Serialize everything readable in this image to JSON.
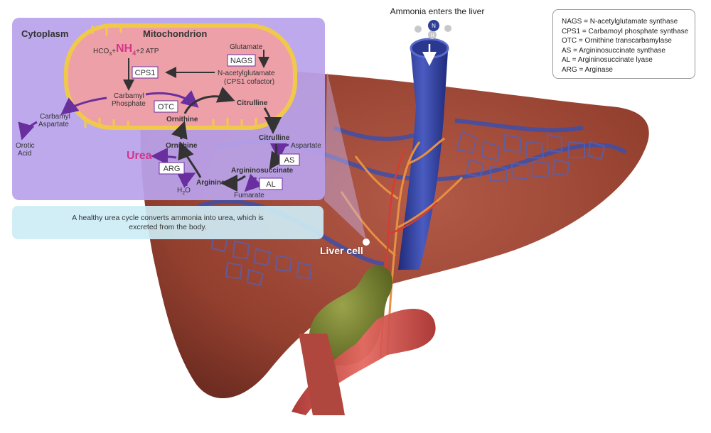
{
  "header": {
    "title": "Ammonia enters the liver"
  },
  "legend": {
    "items": [
      "NAGS = N-acetylglutamate synthase",
      "CPS1 = Carbamoyl phosphate synthase",
      "OTC = Ornithine transcarbamylase",
      "AS = Argininosuccinate synthase",
      "AL = Argininosuccinate lyase",
      "ARG = Arginase"
    ]
  },
  "caption": "A healthy urea cycle converts ammonia into urea, which is excreted from the body.",
  "liver_cell_label": "Liver cell",
  "diagram": {
    "regions": {
      "cytoplasm": "Cytoplasm",
      "mitochondrion": "Mitochondrion"
    },
    "reactants": {
      "hco3": "HCO",
      "hco3_sub": "3",
      "nh4": "NH",
      "nh4_sub": "4",
      "atp": "+2 ATP",
      "plus": "+"
    },
    "molecules": {
      "glutamate": "Glutamate",
      "n_acetylglutamate": "N-acetylglutamate",
      "cps1_cofactor": "(CPS1 cofactor)",
      "carbamyl_1": "Carbamyl",
      "phosphate": "Phosphate",
      "carbamyl_2": "Carbamyl",
      "aspartate_left": "Aspartate",
      "orotic": "Orotic",
      "acid": "Acid",
      "ornithine_mito": "Ornithine",
      "citrulline_mito": "Citrulline",
      "ornithine_cyto": "Ornithine",
      "citrulline_cyto": "Citrulline",
      "aspartate": "Aspartate",
      "argininosuccinate": "Argininosuccinate",
      "arginine": "Arginine",
      "fumarate": "Fumarate",
      "urea": "Urea",
      "water": "H",
      "water_sub": "2",
      "water_o": "O"
    },
    "enzymes": {
      "nags": "NAGS",
      "cps1": "CPS1",
      "otc": "OTC",
      "as": "AS",
      "al": "AL",
      "arg": "ARG"
    },
    "ammonia_atoms": {
      "n": "N",
      "h": "H"
    },
    "colors": {
      "panel": "#b9a2ec",
      "mitochondrion": "#eea0a8",
      "membrane": "#f1c94a",
      "nh4": "#d6338a",
      "urea": "#d6338a",
      "purple_arrow": "#6a2f9e",
      "liver": "#9c4436",
      "vessel": "#3a4a9c"
    }
  }
}
